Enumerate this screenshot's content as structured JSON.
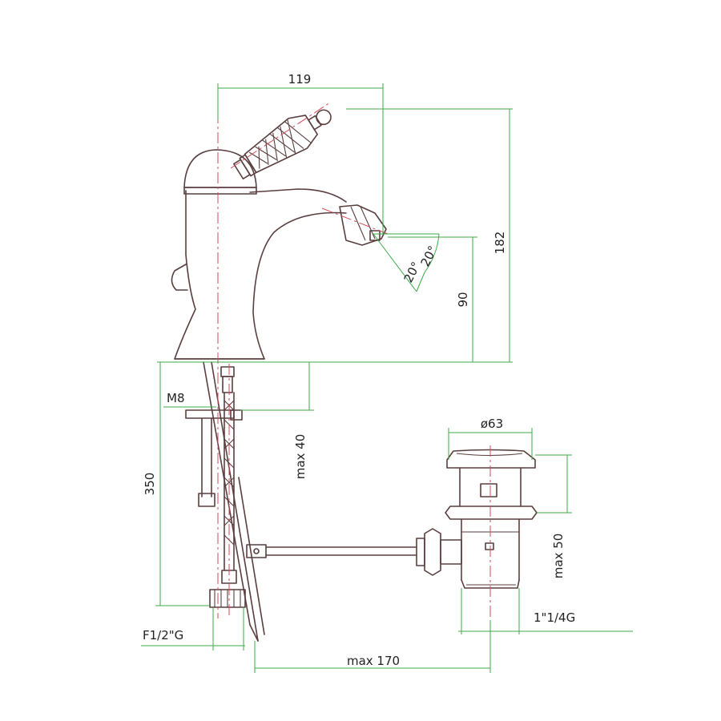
{
  "dimensions": {
    "d119": "119",
    "d182": "182",
    "d90": "90",
    "angle_a": "20°",
    "angle_b": "20°",
    "m8": "M8",
    "max40": "max 40",
    "d350": "350",
    "phi63": "ø63",
    "max50": "max 50",
    "g114": "1\"1/4G",
    "f12": "F1/2\"G",
    "max170": "max 170"
  },
  "colors": {
    "outline": "#5a3e3e",
    "centerline": "#d24b5a",
    "dimension": "#3fa84a",
    "text": "#222222"
  }
}
